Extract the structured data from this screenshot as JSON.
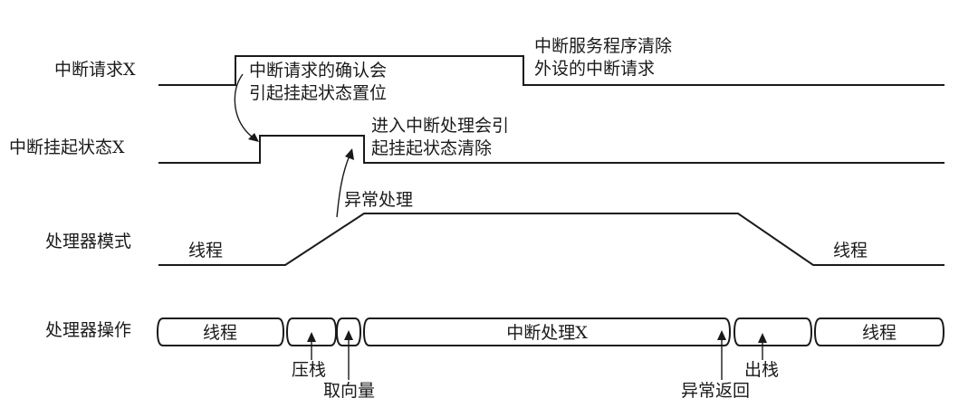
{
  "signals": {
    "irq": {
      "label": "中断请求X"
    },
    "pending": {
      "label": "中断挂起状态X"
    },
    "mode": {
      "label": "处理器模式",
      "thread_left": "线程",
      "exception": "异常处理",
      "thread_right": "线程"
    },
    "op": {
      "label": "处理器操作"
    }
  },
  "annotations": {
    "ack_line1": "中断请求的确认会",
    "ack_line2": "引起挂起状态置位",
    "clear_line1": "中断服务程序清除",
    "clear_line2": "外设的中断请求",
    "enter_line1": "进入中断处理会引",
    "enter_line2": "起挂起状态清除"
  },
  "operations": {
    "thread1": "线程",
    "isr": "中断处理X",
    "thread2": "线程"
  },
  "markers": {
    "push": "压栈",
    "vector_fetch": "取向量",
    "exc_return": "异常返回",
    "pop": "出栈"
  }
}
